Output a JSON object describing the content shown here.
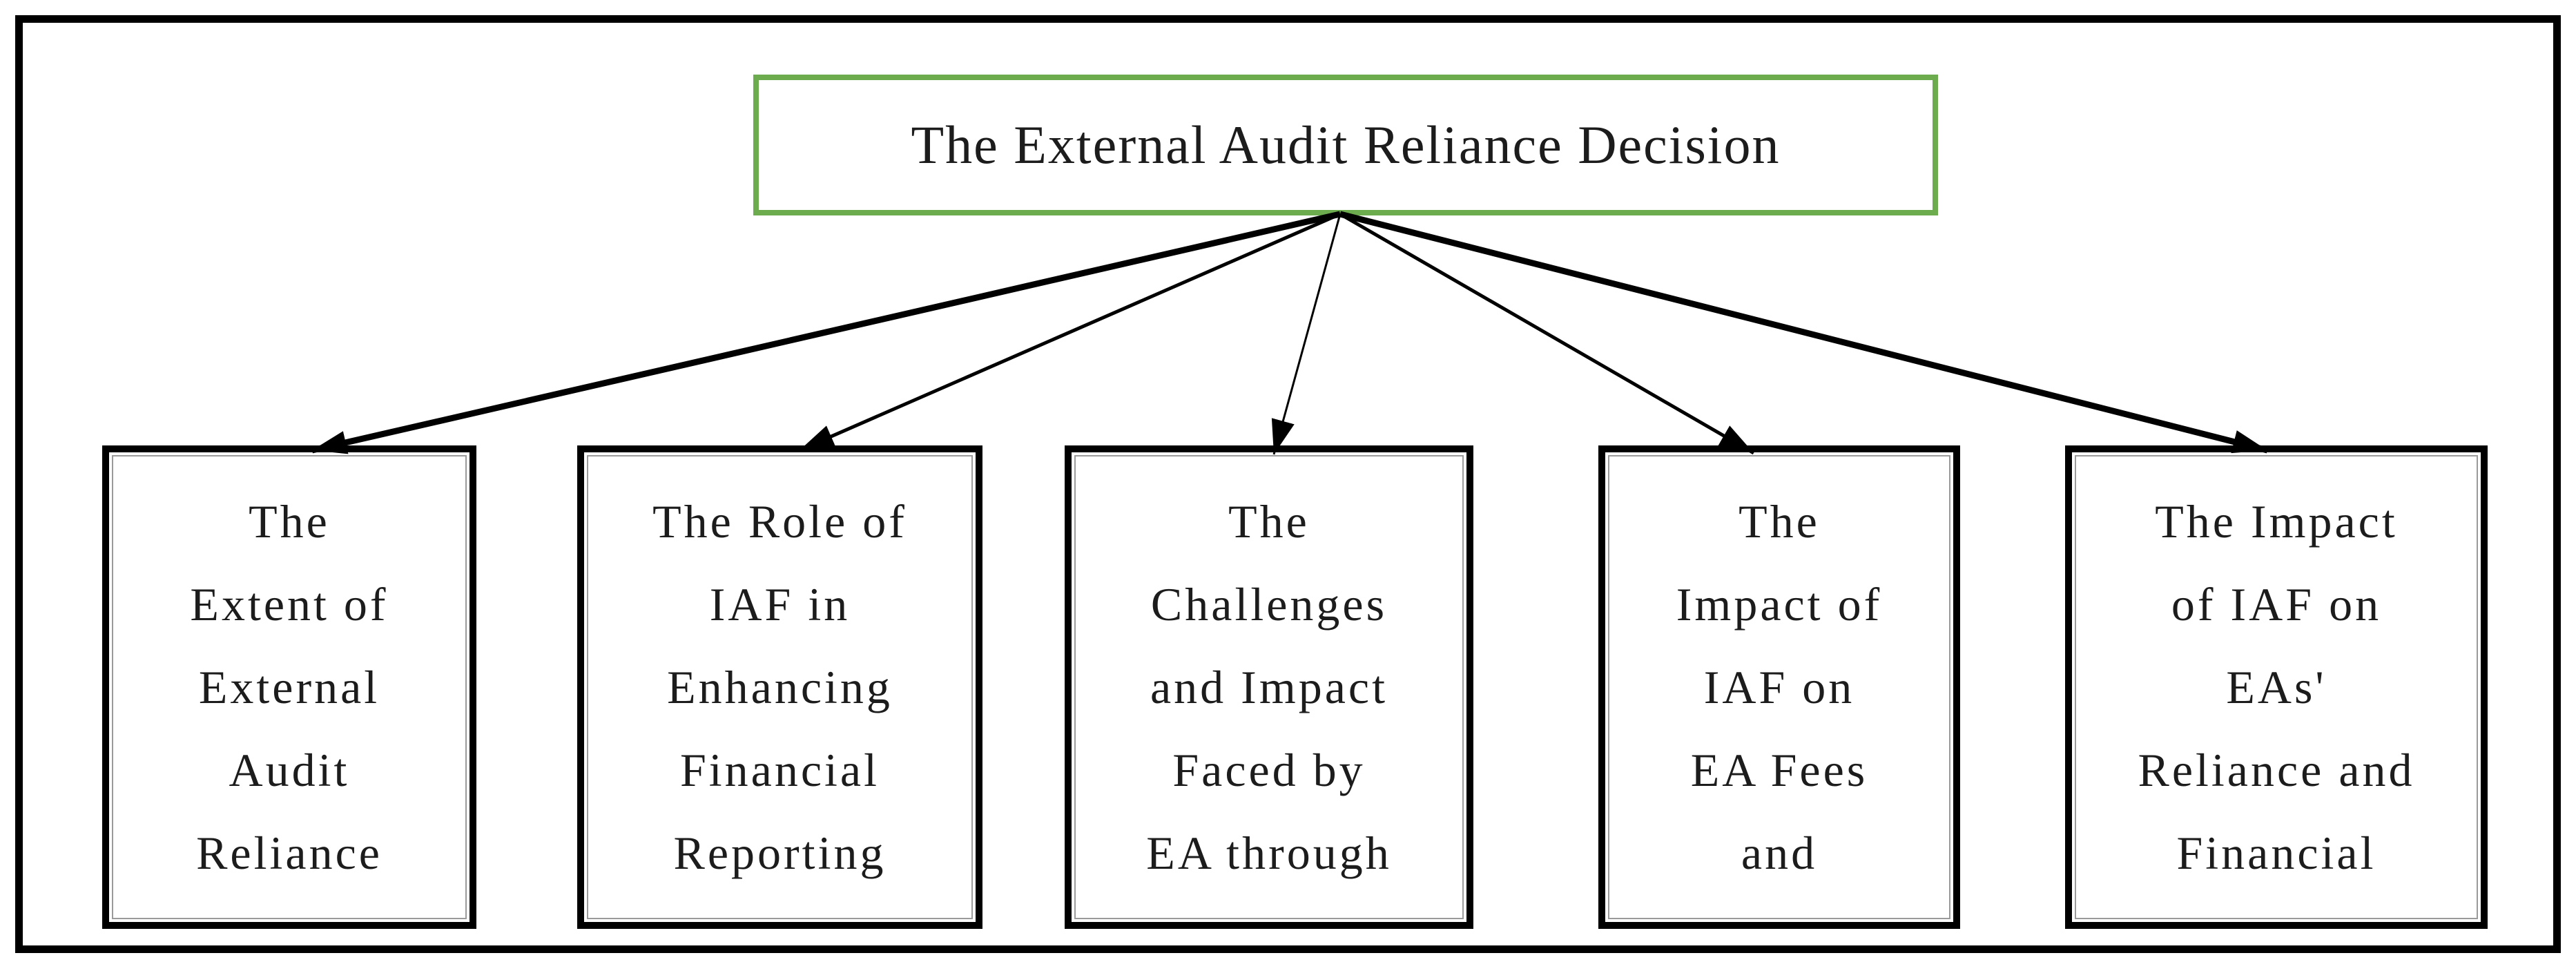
{
  "diagram": {
    "type": "flowchart",
    "root": {
      "label": "The External Audit Reliance Decision"
    },
    "children": [
      {
        "lines": [
          "The",
          "Extent of",
          "External",
          "Audit",
          "Reliance"
        ]
      },
      {
        "lines": [
          "The Role of",
          "IAF in",
          "Enhancing",
          "Financial",
          "Reporting"
        ]
      },
      {
        "lines": [
          "The",
          "Challenges",
          "and Impact",
          "Faced by",
          "EA through"
        ]
      },
      {
        "lines": [
          "The",
          "Impact of",
          "IAF on",
          "EA Fees",
          "and"
        ]
      },
      {
        "lines": [
          "The Impact",
          "of IAF on",
          "EAs'",
          "Reliance and",
          "Financial"
        ]
      }
    ],
    "colors": {
      "root_border": "#6CAC4F",
      "box_border": "#000000",
      "frame_border": "#000000",
      "text": "#1c1c1c",
      "background": "#ffffff"
    }
  }
}
